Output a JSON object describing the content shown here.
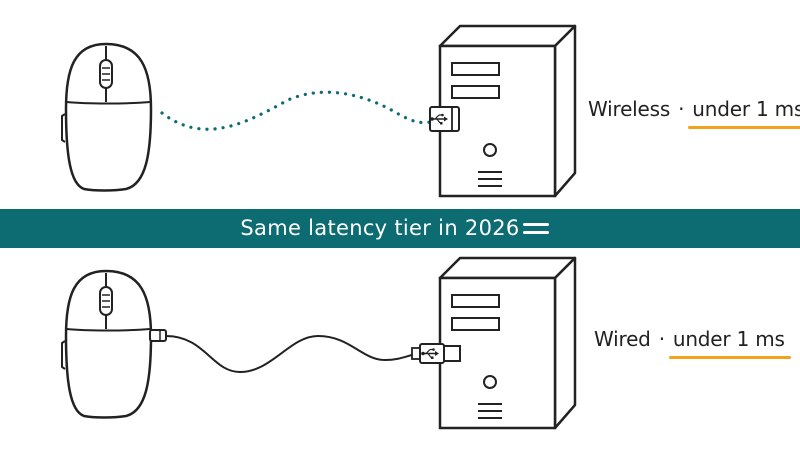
{
  "banner": {
    "text": "Same latency tier in 2026"
  },
  "wireless": {
    "label": "Wireless",
    "separator": "·",
    "value": "under 1 ms"
  },
  "wired": {
    "label": "Wired",
    "separator": "·",
    "value": "under 1 ms"
  },
  "icons": [
    "mouse-icon",
    "pc-tower-icon",
    "usb-dongle-icon",
    "usb-plug-icon",
    "usb-symbol-icon",
    "equals-icon"
  ],
  "colors": {
    "banner": "#0d6b72",
    "highlight": "#f2a31b",
    "ink": "#222222"
  }
}
